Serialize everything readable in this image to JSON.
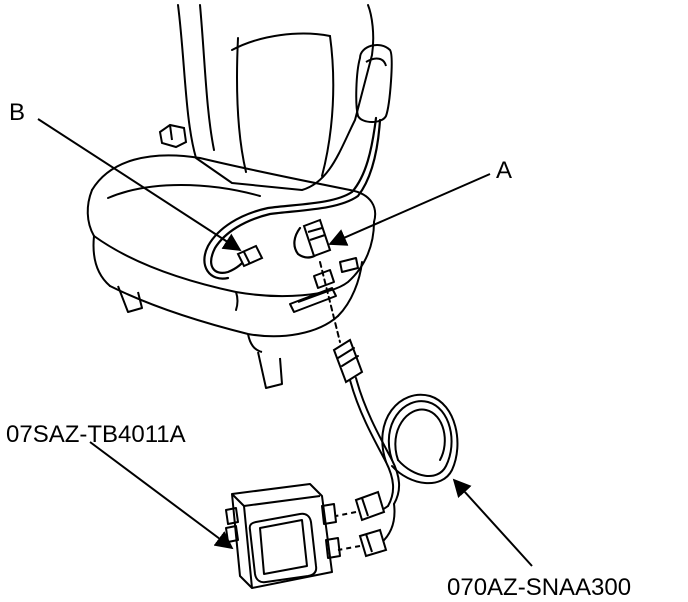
{
  "labels": {
    "b": "B",
    "a": "A",
    "diag_tool": "07SAZ-TB4011A",
    "harness": "070AZ-SNAA300"
  },
  "colors": {
    "ink": "#000000",
    "paper": "#ffffff"
  }
}
